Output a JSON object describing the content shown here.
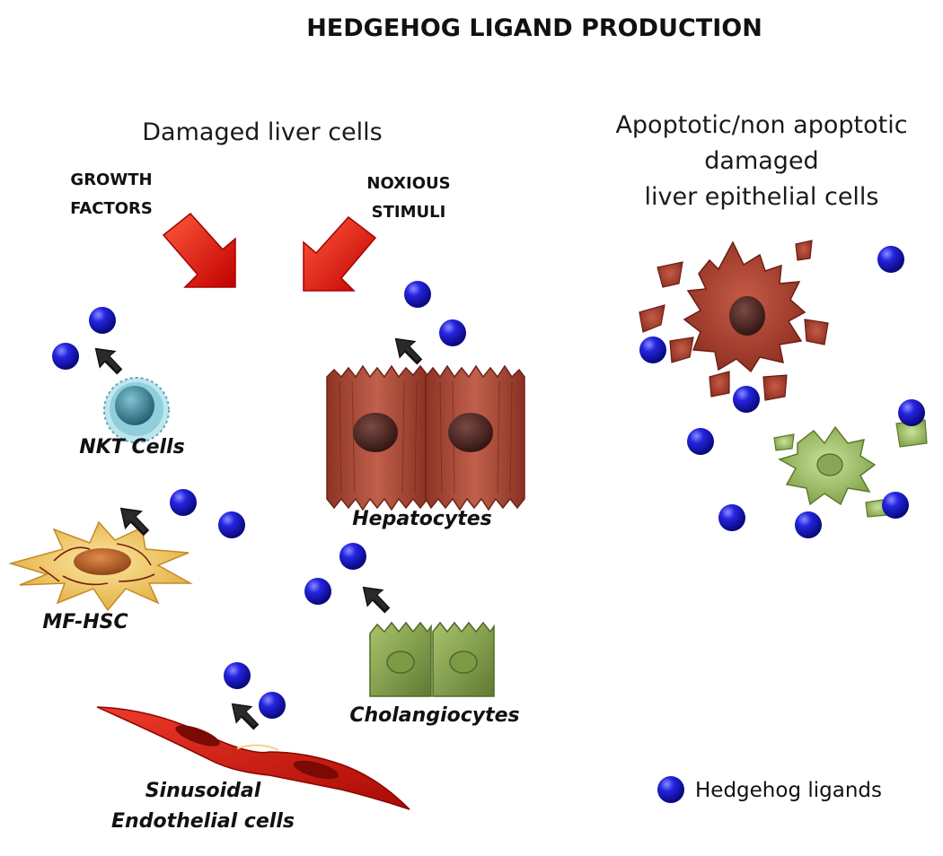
{
  "title": "HEDGEHOG LIGAND PRODUCTION",
  "left_heading": "Damaged liver cells",
  "right_heading": [
    "Apoptotic/non apoptotic",
    "damaged",
    "liver epithelial cells"
  ],
  "stimuli": {
    "growth_factors": [
      "GROWTH",
      "FACTORS"
    ],
    "noxious_stimuli": [
      "NOXIOUS",
      "STIMULI"
    ]
  },
  "cells": {
    "nkt": "NKT Cells",
    "hepatocytes": "Hepatocytes",
    "mf_hsc": "MF-HSC",
    "cholangiocytes": "Cholangiocytes",
    "sinusoidal": [
      "Sinusoidal",
      "Endothelial cells"
    ]
  },
  "legend": {
    "label": "Hedgehog ligands"
  },
  "colors": {
    "ligand": "#1a1ad9",
    "stimulus_arrow": "#e8160c",
    "hepatocyte": "#a84a3a",
    "cholangiocyte": "#8aa552",
    "hsc": "#f2c75a",
    "endothelial": "#d8180f",
    "nkt": "#3f8fa3"
  }
}
